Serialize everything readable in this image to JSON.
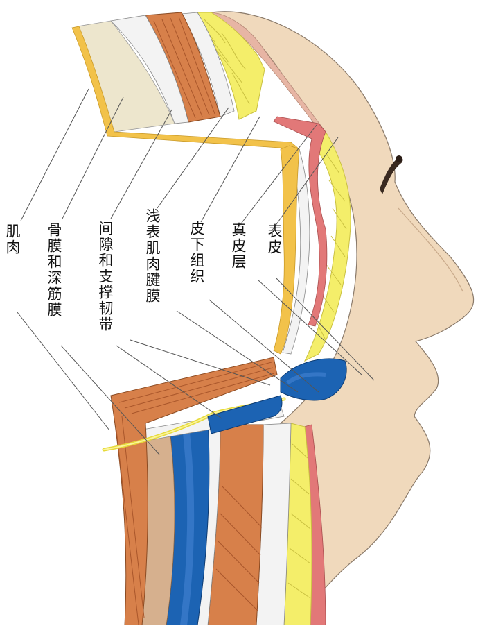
{
  "labels": {
    "muscle": "肌肉",
    "periosteum_deep_fascia": "骨膜和深筋膜",
    "space_retaining_ligament": "间隙和支撑韧带",
    "smas": "浅表肌肉腱膜",
    "subcutaneous": "皮下组织",
    "dermis": "真皮层",
    "epidermis": "表皮"
  },
  "colors": {
    "skin": "#f0d9bc",
    "skin_outline": "#8a7a6a",
    "epidermis": "#e7b5a4",
    "dermis_red": "#e27878",
    "fat_yellow": "#f4ee6a",
    "fat_mesh": "#c9c040",
    "fascia_white": "#f3f3f3",
    "muscle": "#d7804a",
    "muscle_dark": "#a9562b",
    "bone_cream": "#ede6cd",
    "periosteum_yellow": "#f2c24a",
    "bone_tan": "#d6b08e",
    "blue": "#1c63b3",
    "blue_light": "#3f7fcf",
    "nerve": "#f2e65a",
    "leader": "#555555"
  },
  "icons": [
    "eyebrow-hair-icon"
  ]
}
